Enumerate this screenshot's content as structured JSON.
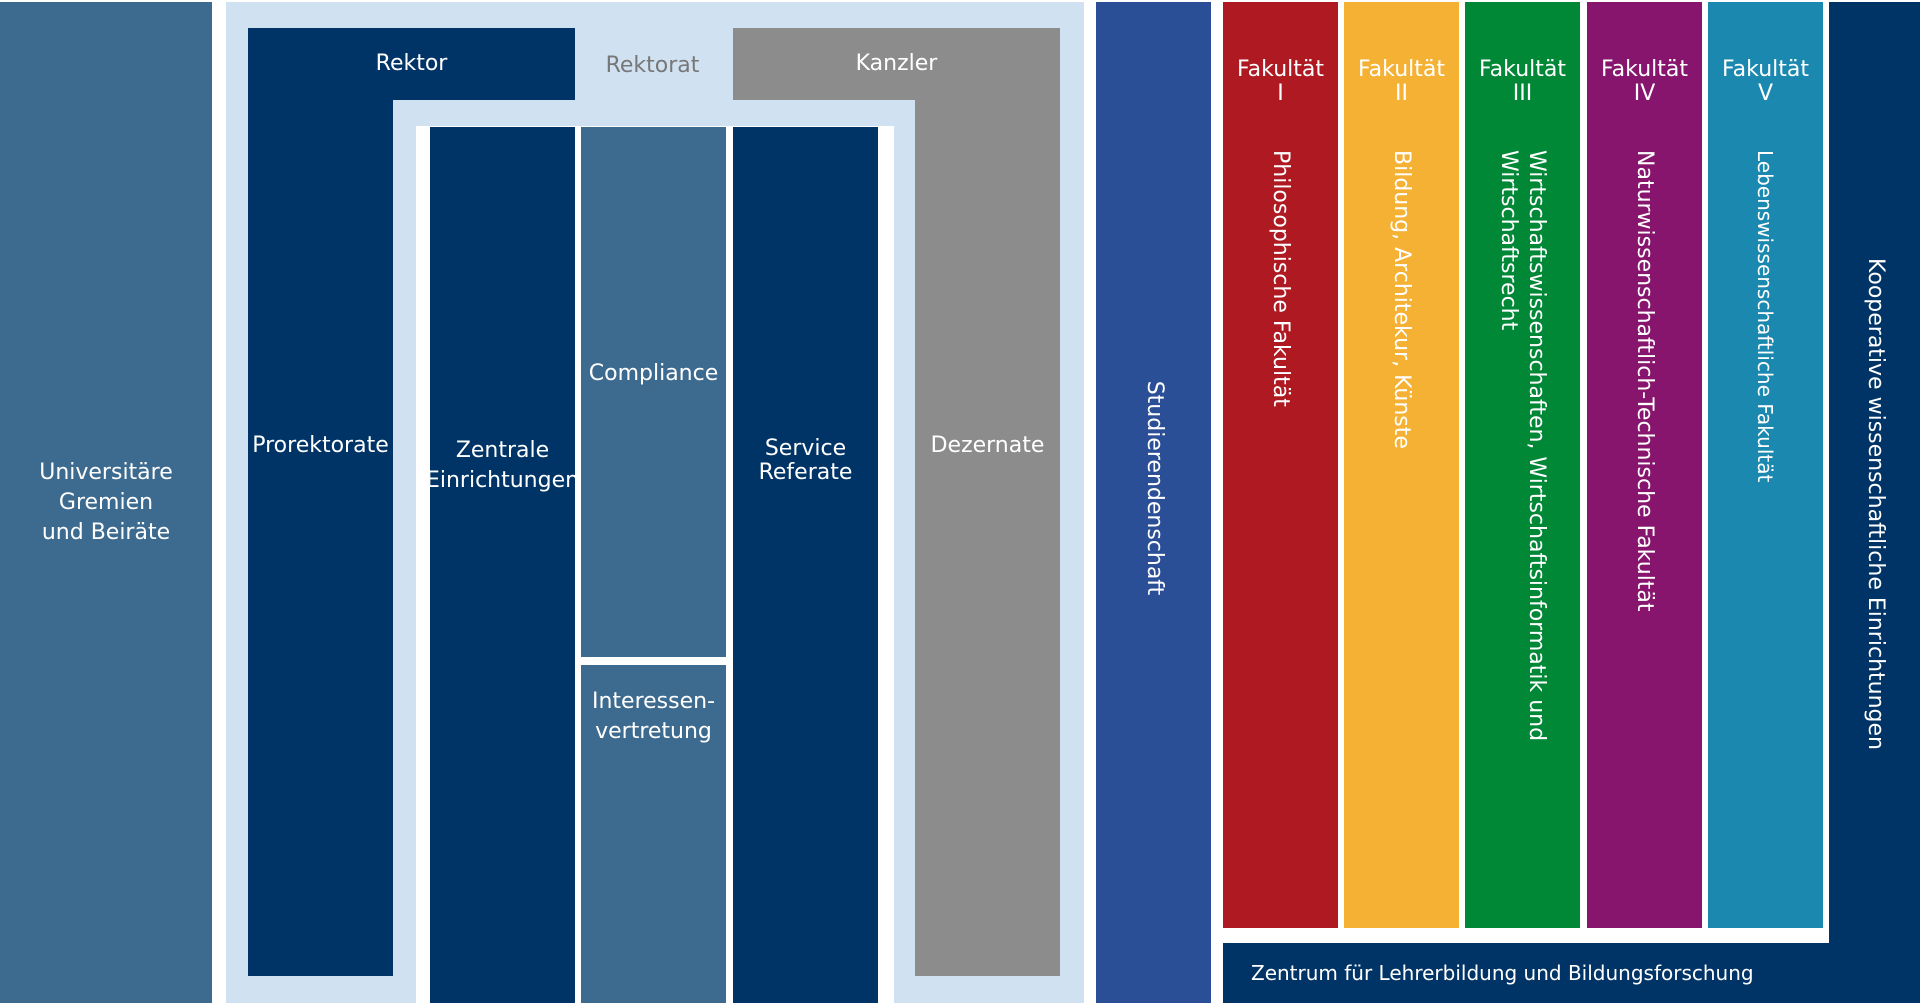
{
  "colors": {
    "dark_blue": "#003466",
    "mid_blue": "#3d6a8f",
    "light_blue_bg": "#d0e2f2",
    "gray": "#8c8c8c",
    "royal_blue": "#2b4f97",
    "fak1_red": "#ae1922",
    "fak2_orange": "#f5b133",
    "fak3_green": "#008837",
    "fak4_purple": "#87156e",
    "fak5_teal": "#1a88af"
  },
  "labels": {
    "gremien": "Universitäre\nGremien\nund Beiräte",
    "rektorat": "Rektorat",
    "rektor": "Rektor",
    "kanzler": "Kanzler",
    "prorektorate": "Prorektorate",
    "zentrale": "Zentrale\nEinrichtungen",
    "compliance": "Compliance",
    "interessen": "Interessen-\nvertretung",
    "service": "Service\nReferate",
    "dezernate": "Dezernate",
    "studierendenschaft": "Studierendenschaft",
    "kooperative": "Kooperative wissenschaftliche Einrichtungen",
    "zentrum": "Zentrum für Lehrerbildung und Bildungsforschung"
  },
  "faculties": [
    {
      "heading": "Fakultät\nI",
      "name": "Philosophische Fakultät"
    },
    {
      "heading": "Fakultät\nII",
      "name": "Bildung, Architekur, Künste"
    },
    {
      "heading": "Fakultät\nIII",
      "name": "Wirtschaftswissenschaften, Wirtschaftsinformatik und\nWirtschaftsrecht"
    },
    {
      "heading": "Fakultät\nIV",
      "name": "Naturwissenschaftlich-Technische Fakultät"
    },
    {
      "heading": "Fakultät\nV",
      "name": "Lebenswissenschaftliche Fakultät"
    }
  ]
}
